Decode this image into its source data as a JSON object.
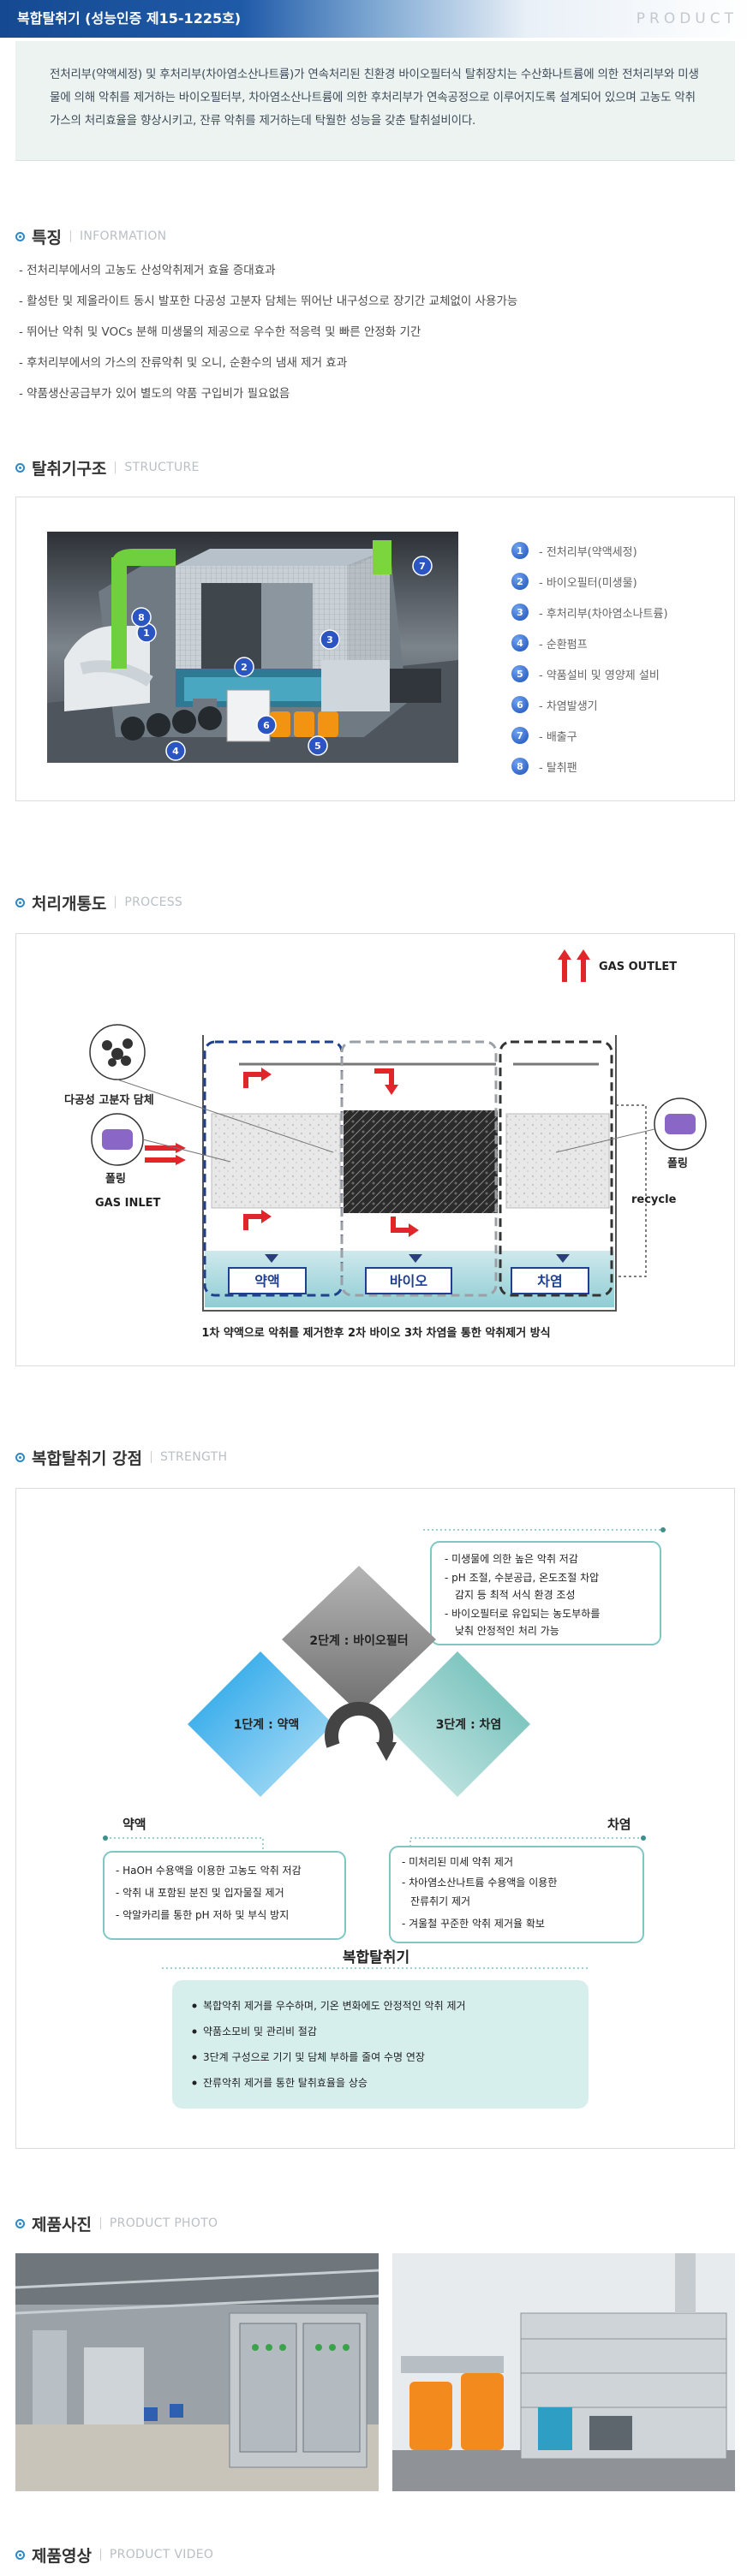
{
  "header": {
    "title": "복합탈취기 (성능인증 제15-1225호)",
    "product_label": "PRODUCT"
  },
  "intro": {
    "text": "전처리부(약액세정) 및 후처리부(차아염소산나트륨)가 연속처리된 친환경 바이오필터식 탈취장치는 수산화나트륨에 의한 전처리부와 미생물에 의해 악취를 제거하는 바이오필터부, 차아염소산나트륨에 의한 후처리부가 연속공정으로 이루어지도록 설계되어 있으며 고농도 악취가스의 처리효율을 향상시키고, 잔류 악취를 제거하는데 탁월한 성능을 갖춘 탈취설비이다."
  },
  "sections": {
    "features": {
      "ko": "특징",
      "en": "INFORMATION"
    },
    "structure": {
      "ko": "탈취기구조",
      "en": "STRUCTURE"
    },
    "process": {
      "ko": "처리개통도",
      "en": "PROCESS"
    },
    "strength": {
      "ko": "복합탈취기 강점",
      "en": "STRENGTH"
    },
    "photo": {
      "ko": "제품사진",
      "en": "PRODUCT PHOTO"
    },
    "video": {
      "ko": "제품영상",
      "en": "PRODUCT VIDEO"
    }
  },
  "features": [
    "- 전처리부에서의 고농도 산성악취제거 효율 증대효과",
    "- 활성탄 및 제올라이트 동시 발포한 다공성 고분자 담체는 뛰어난 내구성으로 장기간 교체없이 사용가능",
    "- 뛰어난 악취 및 VOCs 분해 미생물의 제공으로 우수한 적응력 및 빠른 안정화 기간",
    "- 후처리부에서의 가스의 잔류악취 및 오니, 순환수의 냄새 제거 효과",
    "- 약품생산공급부가 있어 별도의 약품 구입비가 필요없음"
  ],
  "structure": {
    "legend": [
      {
        "num": "1",
        "label": "- 전처리부(약액세정)"
      },
      {
        "num": "2",
        "label": "- 바이오필터(미생물)"
      },
      {
        "num": "3",
        "label": "- 후처리부(차아염소나트륨)"
      },
      {
        "num": "4",
        "label": "- 순환펌프"
      },
      {
        "num": "5",
        "label": "- 약품설비 및 영양제 설비"
      },
      {
        "num": "6",
        "label": "- 차염발생기"
      },
      {
        "num": "7",
        "label": "- 배출구"
      },
      {
        "num": "8",
        "label": "- 탈취팬"
      }
    ],
    "markers": [
      "1",
      "2",
      "3",
      "4",
      "5",
      "6",
      "7",
      "8"
    ]
  },
  "process": {
    "gas_outlet": "GAS OUTLET",
    "gas_inlet": "GAS INLET",
    "media_label": "다공성 고분자 담체",
    "polling_left": "폴링",
    "polling_right": "폴링",
    "recycle": "recycle",
    "stage1": "약액",
    "stage2": "바이오",
    "stage3": "차염",
    "caption": "1차 약액으로 악취를 제거한후 2차 바이오 3차 차염을 통한 악취제거 방식"
  },
  "strength": {
    "bio_points": [
      "- 미생물에 의한 높은 악취 저감",
      "- pH 조절, 수분공급, 온도조절 차압",
      "감지 등 최적 서식 환경 조성",
      "- 바이오필터로 유입되는 농도부하를",
      "낮춰 안정적인 처리 가능"
    ],
    "stage2": "2단계 : 바이오필터",
    "stage1": "1단계 : 약액",
    "stage3": "3단계 : 차염",
    "label_left": "약액",
    "label_right": "차염",
    "left_points": [
      "- HaOH 수용액을 이용한 고농도 악취 저감",
      "- 악취 내 포함된 분진 및 입자물질 제거",
      "- 악알카리를 통한 pH 저하 및 부식 방지"
    ],
    "right_points": [
      "- 미처리된 미세 악취 제거",
      "- 차아염소산나트륨 수용액을 이용한",
      "잔류취기 제거",
      "- 겨울철 꾸준한 악취 제거율 확보"
    ],
    "combined_title": "복합탈취기",
    "combined_points": [
      "복합악취 제거를 우수하며, 기온 변화에도 안정적인 악취 제거",
      "약품소모비 및 관리비 절감",
      "3단계 구성으로 기기 및 담체 부하를 줄여 수명 연장",
      "잔류악취 제거를 통한 탈취효율을 상승"
    ]
  },
  "colors": {
    "brand_blue": "#1f5aa8",
    "accent_blue": "#2e88c6",
    "stage_green": "#80c7c4",
    "stage_gray": "#8d8d8d",
    "stage_blue": "#2c9fe0",
    "arrow_red": "#e0252b"
  }
}
